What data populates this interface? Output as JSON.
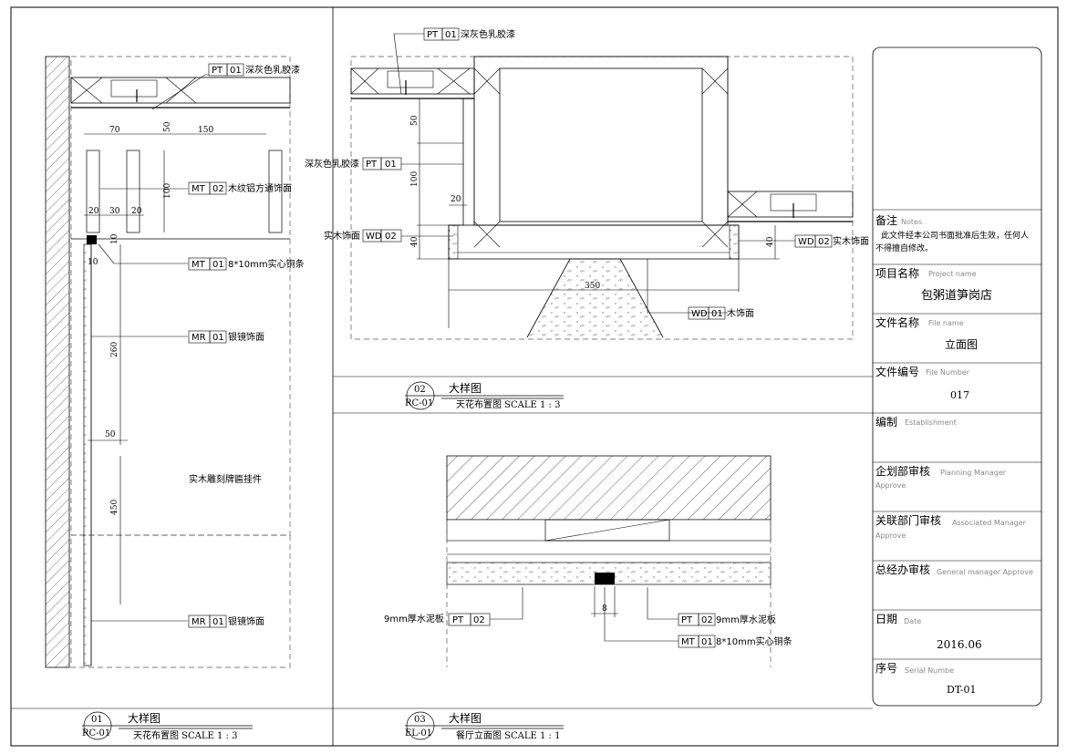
{
  "callouts": {
    "d1_pt01": {
      "code": "PT",
      "num": "01",
      "text": "深灰色乳胶漆"
    },
    "d1_mt02": {
      "code": "MT",
      "num": "02",
      "text": "木纹铝方通饰面"
    },
    "d1_mt01": {
      "code": "MT",
      "num": "01",
      "text": "8*10mm实心铜条"
    },
    "d1_mr01a": {
      "code": "MR",
      "num": "01",
      "text": "银镜饰面"
    },
    "d1_plaque": {
      "text": "实木雕刻牌匾挂件"
    },
    "d1_mr01b": {
      "code": "MR",
      "num": "01",
      "text": "银镜饰面"
    },
    "d2_pt01top": {
      "code": "PT",
      "num": "01",
      "text": "深灰色乳胶漆"
    },
    "d2_pt01side": {
      "code": "PT",
      "num": "01",
      "text": "深灰色乳胶漆"
    },
    "d2_wd02left": {
      "code": "WD",
      "num": "02",
      "text": "实木饰面"
    },
    "d2_wd02right": {
      "code": "WD",
      "num": "02",
      "text": "实木饰面"
    },
    "d2_wd01": {
      "code": "WD",
      "num": "01",
      "text": "木饰面"
    },
    "d3_pt02left": {
      "code": "PT",
      "num": "02",
      "text": "9mm厚水泥板"
    },
    "d3_pt02right": {
      "code": "PT",
      "num": "02",
      "text": "9mm厚水泥板"
    },
    "d3_mt01": {
      "code": "MT",
      "num": "01",
      "text": "8*10mm实心铜条"
    }
  },
  "dims": {
    "d1": [
      "70",
      "50",
      "150",
      "100",
      "20",
      "30",
      "20",
      "10",
      "10",
      "260",
      "50",
      "450"
    ],
    "d2": [
      "50",
      "100",
      "20",
      "40",
      "350",
      "40"
    ],
    "d3": [
      "8"
    ]
  },
  "titles": {
    "t1": {
      "num": "01",
      "code": "RC-01",
      "name": "大样图",
      "sub": "天花布置图  SCALE 1 : 3"
    },
    "t2": {
      "num": "02",
      "code": "RC-01",
      "name": "大样图",
      "sub": "天花布置图  SCALE 1 : 3"
    },
    "t3": {
      "num": "03",
      "code": "EL-01",
      "name": "大样图",
      "sub": "餐厅立面图  SCALE 1 : 1"
    }
  },
  "titleblock": {
    "notes_label": "备注",
    "notes_en": "Notes",
    "notes_text1": "此文件经本公司书面批准后生效，任何人",
    "notes_text2": "不得擅自修改。",
    "project_label": "项目名称",
    "project_en": "Project name",
    "project_value": "包粥道笋岗店",
    "file_label": "文件名称",
    "file_en": "File name",
    "file_value": "立面图",
    "number_label": "文件编号",
    "number_en": "File Number",
    "number_value": "017",
    "est_label": "编制",
    "est_en": "Establishment",
    "plan_label": "企划部审核",
    "plan_en": "Planning Manager",
    "plan_en2": "Approve",
    "assoc_label": "关联部门审核",
    "assoc_en": "Associated Manager",
    "assoc_en2": "Approve",
    "gm_label": "总经办审核",
    "gm_en": "General manager Approve",
    "date_label": "日期",
    "date_en": "Date",
    "date_value": "2016.06",
    "serial_label": "序号",
    "serial_en": "Serial Numbe",
    "serial_value": "DT-01"
  }
}
